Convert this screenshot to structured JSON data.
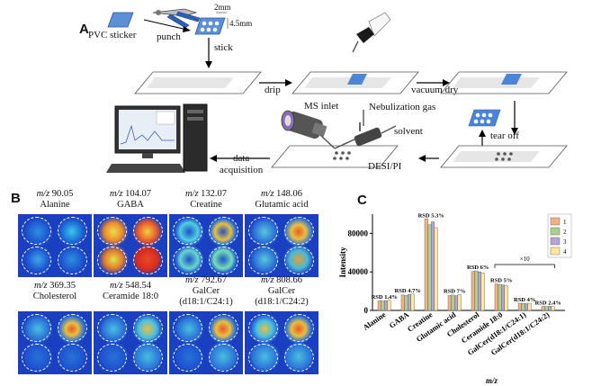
{
  "panel_a": {
    "letter": "A",
    "labels": {
      "pvc_sticker": "PVC sticker",
      "punch": "punch",
      "dim_width": "2mm",
      "dim_height": "4.5mm",
      "stick": "stick",
      "drip": "drip",
      "vacuum_dry": "vacuum dry",
      "tear_off": "tear off",
      "ms_inlet": "MS inlet",
      "nebulization_gas": "Nebulization gas",
      "solvent": "solvent",
      "desi_pi": "DESI/PI",
      "data_acquisition": "data\nacquisition"
    }
  },
  "panel_b": {
    "letter": "B",
    "compounds": [
      {
        "mz": "90.05",
        "name": "Alanine"
      },
      {
        "mz": "104.07",
        "name": "GABA"
      },
      {
        "mz": "132.07",
        "name": "Creatine"
      },
      {
        "mz": "148.06",
        "name": "Glutamic acid"
      },
      {
        "mz": "369.35",
        "name": "Cholesterol"
      },
      {
        "mz": "548.54",
        "name": "Ceramide 18:0"
      },
      {
        "mz": "792.67",
        "name": "GalCer\n(d18:1/C24:1)"
      },
      {
        "mz": "808.66",
        "name": "GalCer\n(d18:1/C24:2)"
      }
    ],
    "mz_prefix": "m/z"
  },
  "panel_c": {
    "letter": "C",
    "chart_data": {
      "type": "bar",
      "categories": [
        "Alanine",
        "GABA",
        "Creatine",
        "Glutamic acid",
        "Cholesterol",
        "Ceramide 18:0",
        "GalCer(d18:1/C24:1)",
        "GalCer(d18:1/C24:2)"
      ],
      "series": [
        {
          "name": "1",
          "values": [
            10000,
            16000,
            95000,
            15500,
            40500,
            27500,
            7500,
            4200
          ]
        },
        {
          "name": "2",
          "values": [
            9800,
            15500,
            89000,
            16000,
            41000,
            27000,
            7200,
            4000
          ]
        },
        {
          "name": "3",
          "values": [
            10200,
            16500,
            92000,
            15200,
            40000,
            26500,
            7000,
            4300
          ]
        },
        {
          "name": "4",
          "values": [
            10400,
            17000,
            86000,
            16500,
            39000,
            26000,
            7400,
            4100
          ]
        }
      ],
      "rsd_labels": [
        "RSD 1.4%",
        "RSD 4.7%",
        "RSD 5.3%",
        "RSD 7%",
        "RSD 6%",
        "RSD 5%",
        "RSD 4%",
        "RSD 2.4%"
      ],
      "annotation": "×10",
      "ylabel": "Intensity",
      "xlabel": "m/z",
      "ylim": [
        0,
        100000
      ],
      "yticks": [
        "0",
        "40000",
        "80000"
      ],
      "legend_position": "top-right",
      "colors": [
        "#f4b183",
        "#a9d18e",
        "#b4a7d6",
        "#ffe699"
      ]
    }
  }
}
